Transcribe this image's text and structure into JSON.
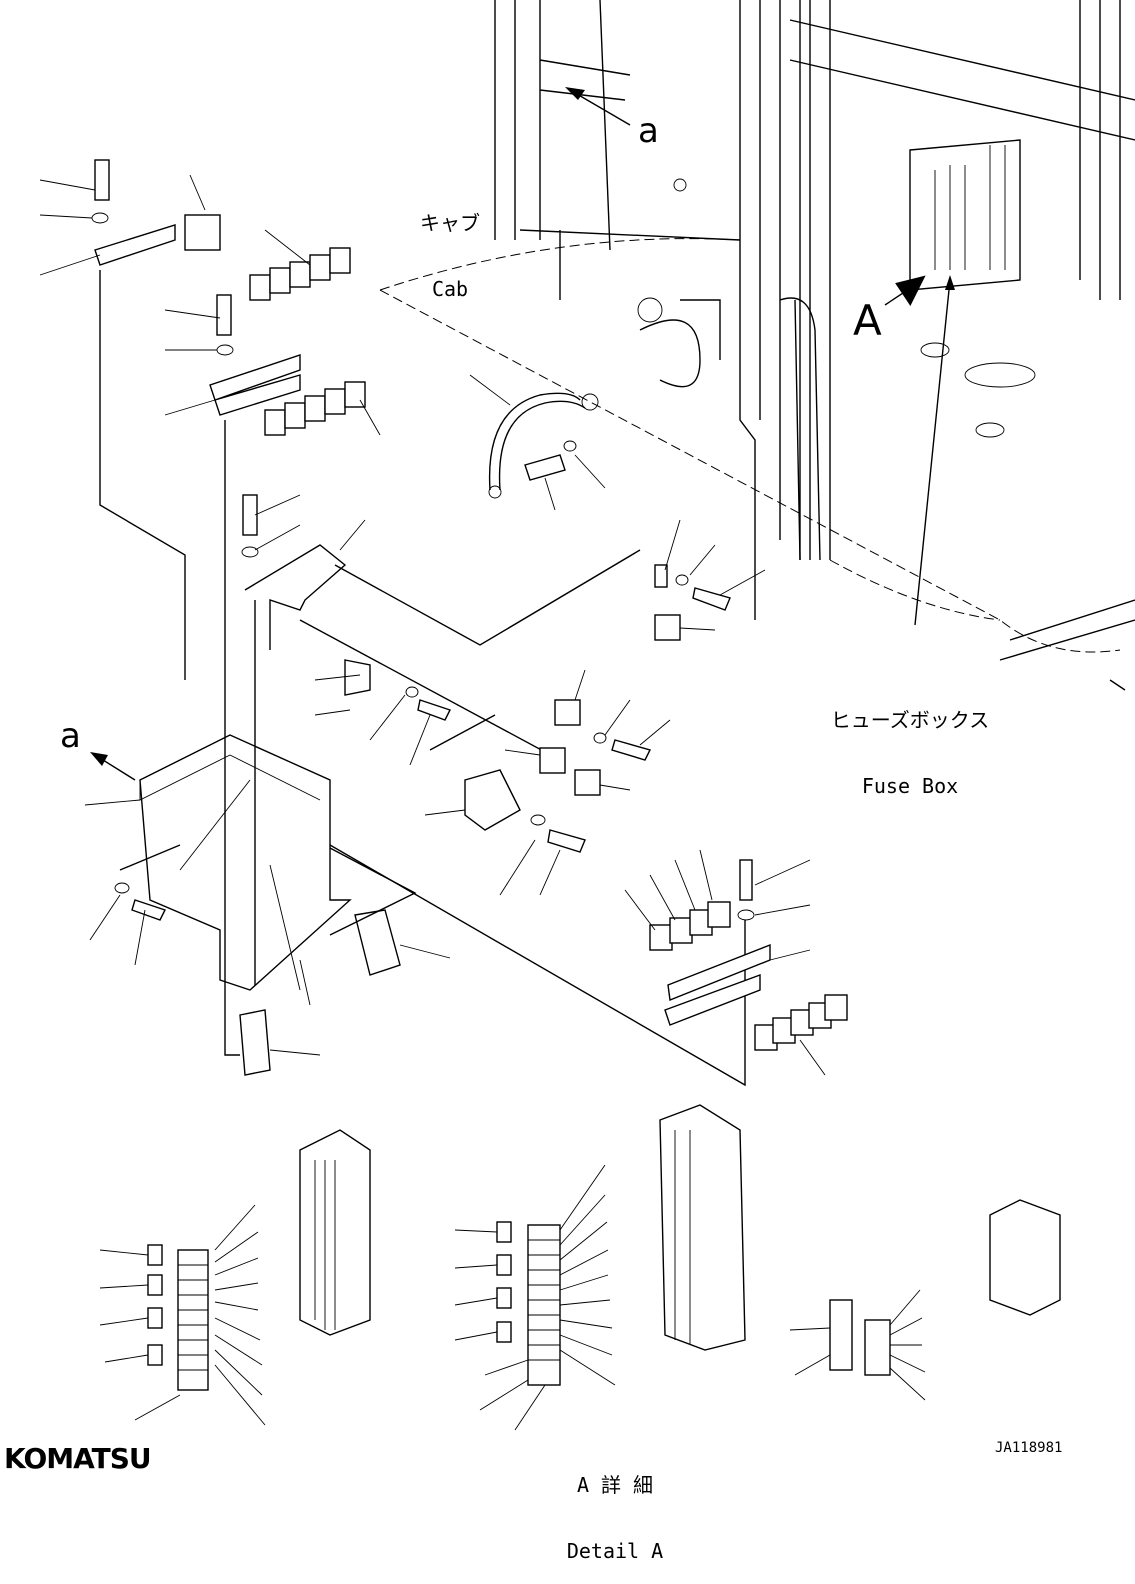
{
  "labels": {
    "cab_jp": "キャブ",
    "cab_en": "Cab",
    "view_a_small_top": "a",
    "view_a_small_left": "a",
    "view_a_big": "A",
    "fuse_box_jp": "ヒューズボックス",
    "fuse_box_en": "Fuse Box",
    "detail_jp": "A 詳 細",
    "detail_en": "Detail A"
  },
  "footer": {
    "logo": "KOMATSU",
    "drawing_id": "JA118981"
  }
}
